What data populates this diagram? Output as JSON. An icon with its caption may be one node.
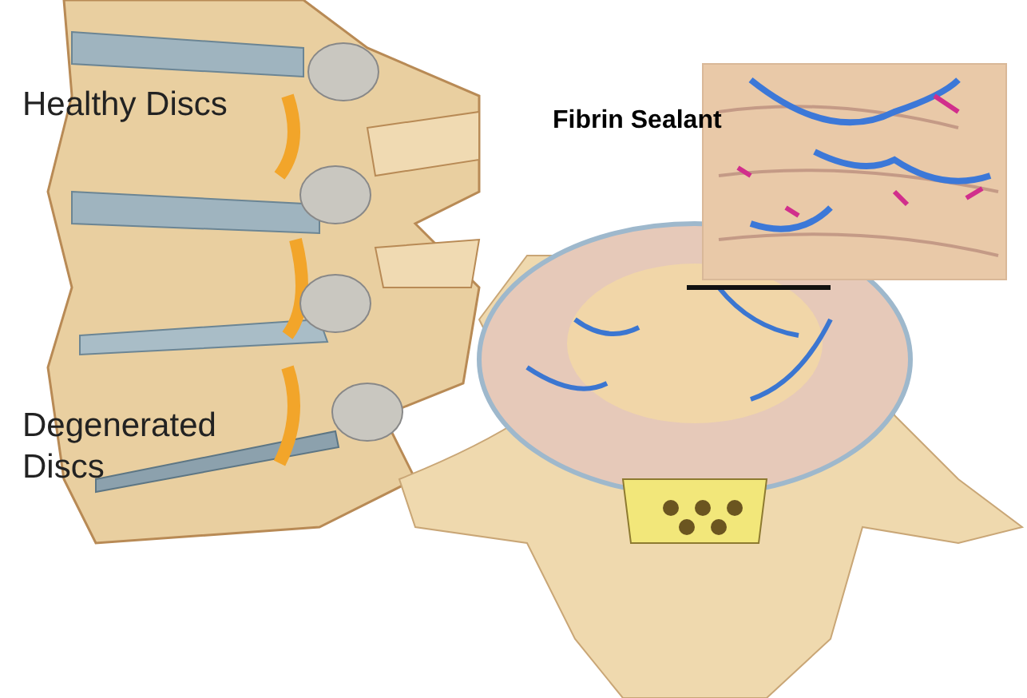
{
  "diagram": {
    "labels": [
      "Healthy Discs",
      "Fibrin Sealant",
      "Degenerated Discs"
    ]
  }
}
